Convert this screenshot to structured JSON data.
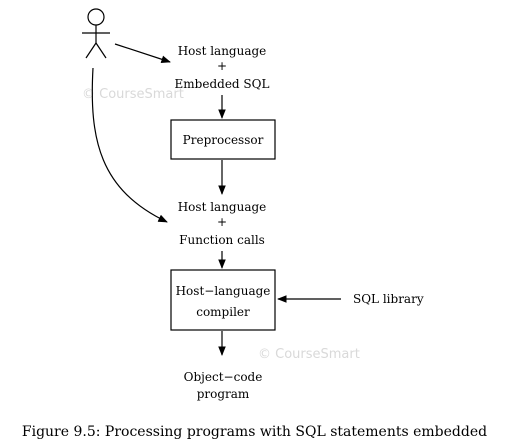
{
  "diagram": {
    "input": {
      "line1": "Host language",
      "plus": "+",
      "line2": "Embedded SQL"
    },
    "preprocessor": "Preprocessor",
    "intermediate": {
      "line1": "Host language",
      "plus": "+",
      "line2": "Function calls"
    },
    "compiler": {
      "line1": "Host−language",
      "line2": "compiler"
    },
    "library": "SQL library",
    "output": {
      "line1": "Object−code",
      "line2": "program"
    },
    "watermarks": [
      "© CourseSmart",
      "© CourseSmart"
    ]
  },
  "caption": "Figure 9.5: Processing programs with SQL statements embedded"
}
